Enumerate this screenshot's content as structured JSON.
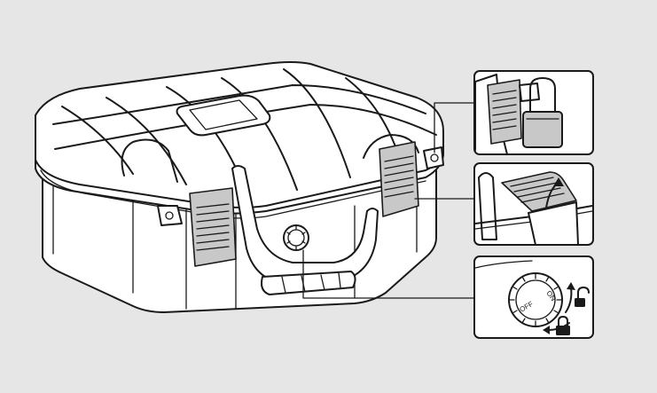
{
  "background_color": "#e6e6e7",
  "line_color": "#1a1a1a",
  "latch_color": "#c8c8c8",
  "figure": {
    "main": "case-illustration",
    "insets": [
      {
        "name": "padlock-detail",
        "icon": "padlock-icon"
      },
      {
        "name": "latch-open-detail",
        "icon": "curved-arrow-up-icon"
      },
      {
        "name": "pressure-valve-detail",
        "icon": "valve-knob-icon"
      }
    ]
  },
  "valve": {
    "on_label": "ON",
    "off_label": "OFF",
    "unlock_icon": "unlocked-padlock-icon",
    "lock_icon": "locked-padlock-icon"
  }
}
